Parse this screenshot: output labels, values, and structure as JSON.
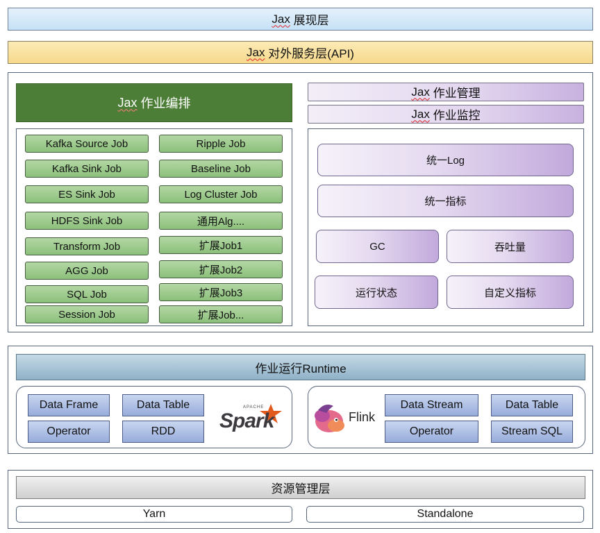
{
  "layers": {
    "display": {
      "prefix": "Jax",
      "label": "展现层"
    },
    "api": {
      "prefix": "Jax",
      "label": "对外服务层(API)"
    }
  },
  "orchestration": {
    "prefix": "Jax",
    "title": "作业编排",
    "jobs_left": [
      "Kafka Source Job",
      "Kafka Sink Job",
      "ES Sink Job",
      "HDFS Sink Job",
      "Transform Job",
      "AGG Job",
      "SQL Job",
      "Session Job"
    ],
    "jobs_right": [
      "Ripple Job",
      "Baseline Job",
      "Log Cluster Job",
      "通用Alg....",
      "扩展Job1",
      "扩展Job2",
      "扩展Job3",
      "扩展Job..."
    ]
  },
  "management": {
    "prefix": "Jax",
    "label": "作业管理"
  },
  "monitoring": {
    "prefix": "Jax",
    "label": "作业监控",
    "items": [
      "统一Log",
      "统一指标",
      "GC",
      "吞吐量",
      "运行状态",
      "自定义指标"
    ]
  },
  "runtime": {
    "title": "作业运行Runtime",
    "spark_cells": [
      "Data Frame",
      "Data Table",
      "Operator",
      "RDD"
    ],
    "spark_logo": {
      "top": "APACHE",
      "name": "Spark"
    },
    "flink_logo": {
      "name": "Flink"
    },
    "flink_cells": [
      "Data Stream",
      "Data Table",
      "Operator",
      "Stream SQL"
    ]
  },
  "resource": {
    "title": "资源管理层",
    "items": [
      "Yarn",
      "Standalone"
    ]
  },
  "colors": {
    "orchestration_green": "#4d7e38",
    "job_green": "#9fcb8f",
    "monitor_purple": "#c8b1df",
    "engine_blue": "#97acdb",
    "spark_orange": "#e25a1c"
  }
}
